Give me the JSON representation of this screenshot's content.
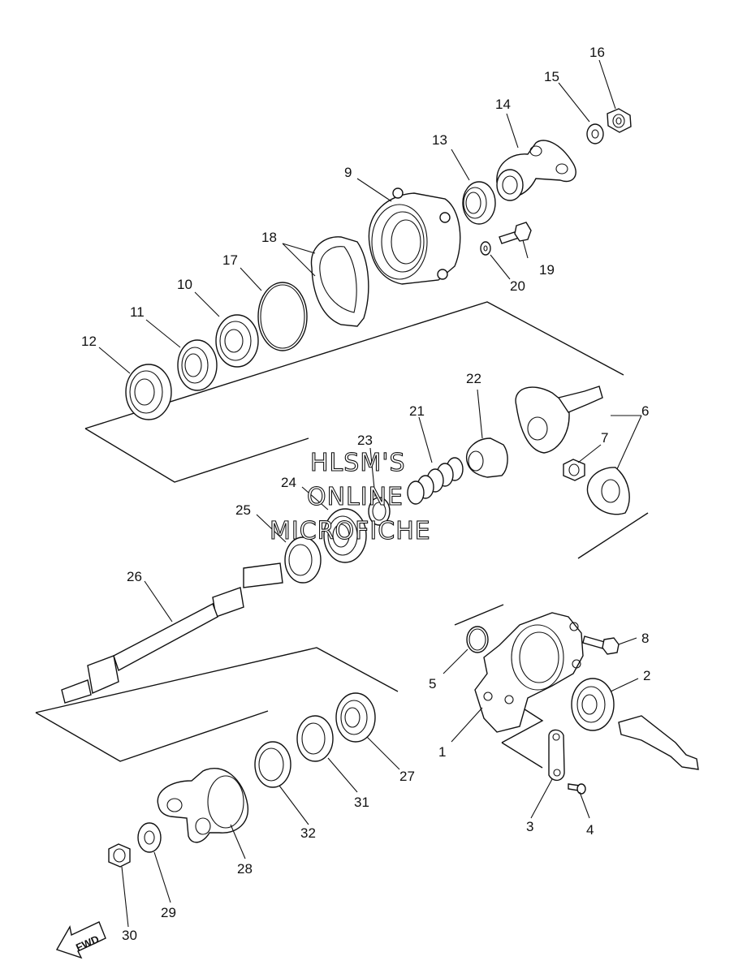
{
  "watermark": {
    "line1": "HLSM'S",
    "line2": "ONLINE",
    "line3": "MICROFICHE"
  },
  "fwd_label": "FWD",
  "part_numbers": [
    "1",
    "2",
    "3",
    "4",
    "5",
    "6",
    "7",
    "8",
    "9",
    "10",
    "11",
    "12",
    "13",
    "14",
    "15",
    "16",
    "17",
    "18",
    "19",
    "20",
    "21",
    "22",
    "23",
    "24",
    "25",
    "26",
    "27",
    "28",
    "29",
    "30",
    "31",
    "32"
  ]
}
